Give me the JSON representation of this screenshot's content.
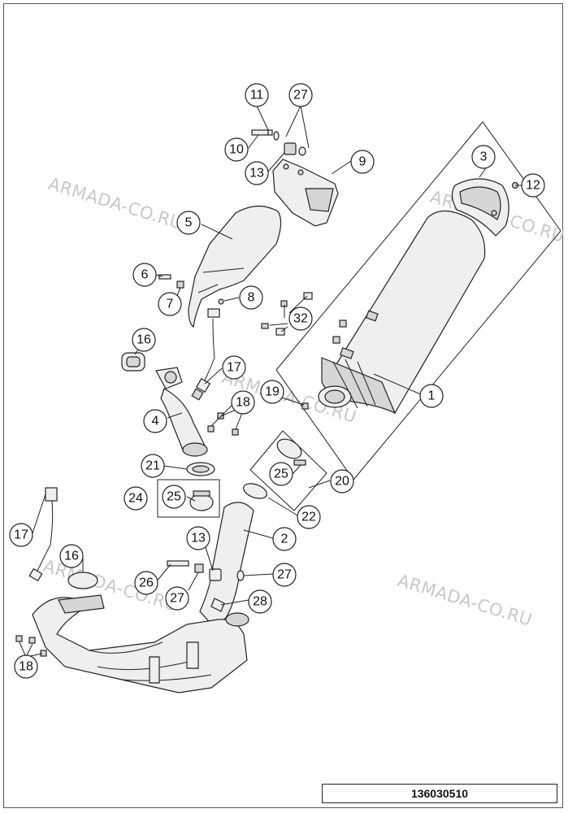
{
  "watermark": "ARMADA-CO.RU",
  "document_number": "136030510",
  "callouts": {
    "c1": "1",
    "c2": "2",
    "c3": "3",
    "c4": "4",
    "c5": "5",
    "c6": "6",
    "c7": "7",
    "c8": "8",
    "c9": "9",
    "c10": "10",
    "c11": "11",
    "c12": "12",
    "c13a": "13",
    "c13b": "13",
    "c16a": "16",
    "c16b": "16",
    "c17a": "17",
    "c17b": "17",
    "c18a": "18",
    "c18b": "18",
    "c19": "19",
    "c20": "20",
    "c21": "21",
    "c22": "22",
    "c24": "24",
    "c25a": "25",
    "c25b": "25",
    "c26": "26",
    "c27a": "27",
    "c27b": "27",
    "c27c": "27",
    "c28": "28",
    "c32": "32"
  }
}
